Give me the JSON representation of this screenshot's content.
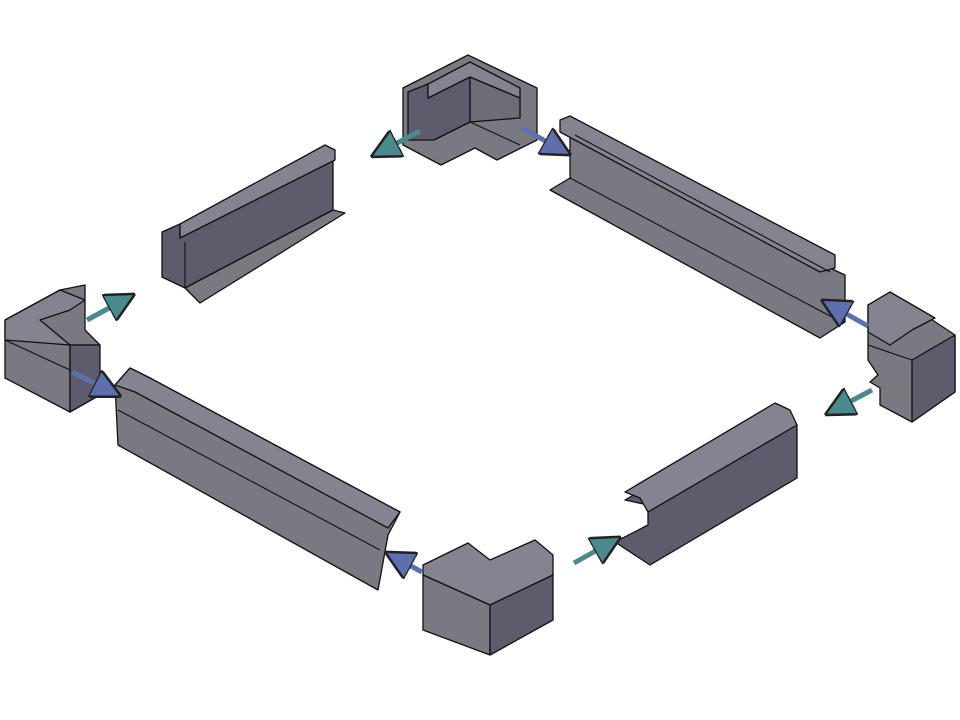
{
  "colors": {
    "background": "#ffffff",
    "face_light": "#8a8890",
    "face_mid": "#7a7880",
    "face_dark": "#5d5b6c",
    "arrow_blue": "#5e6fae",
    "arrow_teal": "#4b8a8c"
  },
  "parts": [
    "corner-top",
    "straight-upper-left",
    "straight-right-long",
    "corner-right",
    "corner-left",
    "straight-lower-left-long",
    "corner-bottom",
    "straight-lower-right"
  ],
  "arrows": [
    {
      "id": "a1",
      "color": "teal"
    },
    {
      "id": "a2",
      "color": "blue"
    },
    {
      "id": "a3",
      "color": "teal"
    },
    {
      "id": "a4",
      "color": "blue"
    },
    {
      "id": "a5",
      "color": "blue"
    },
    {
      "id": "a6",
      "color": "teal"
    },
    {
      "id": "a7",
      "color": "blue"
    },
    {
      "id": "a8",
      "color": "teal"
    }
  ]
}
